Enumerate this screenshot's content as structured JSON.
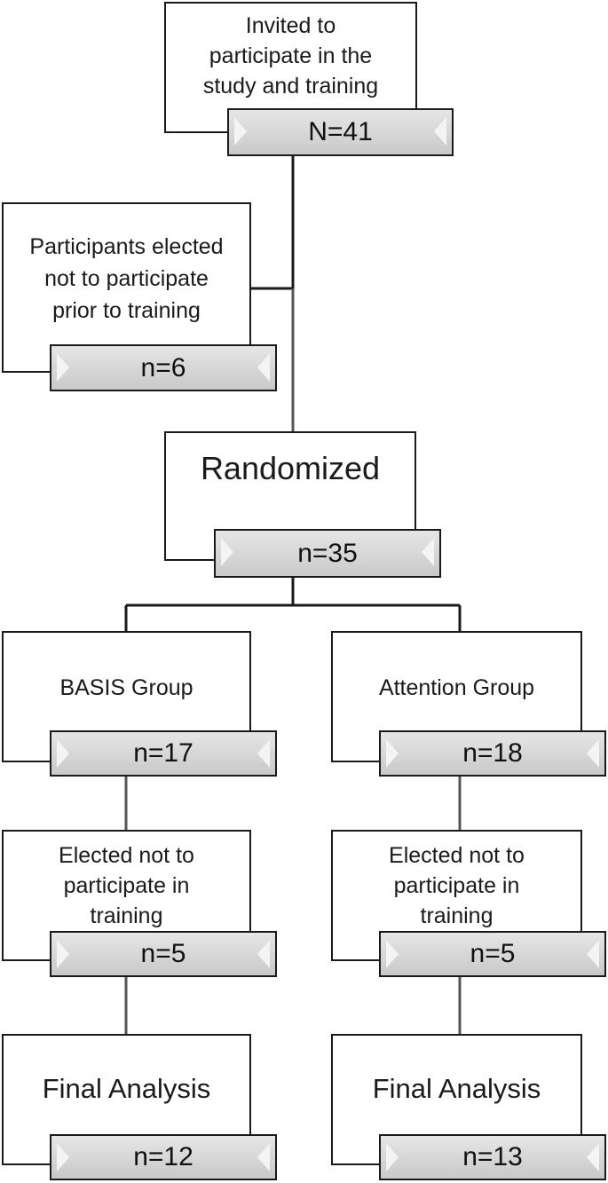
{
  "nodes": {
    "invited": {
      "label": "Invited to\nparticipate in the\nstudy and training",
      "count": "N=41"
    },
    "declined_prior": {
      "label": "Participants elected\nnot to participate\nprior to training",
      "count": "n=6"
    },
    "randomized": {
      "label": "Randomized",
      "count": "n=35"
    },
    "basis_group": {
      "label": "BASIS Group",
      "count": "n=17"
    },
    "attention_group": {
      "label": "Attention Group",
      "count": "n=18"
    },
    "basis_declined": {
      "label": "Elected not to\nparticipate in\ntraining",
      "count": "n=5"
    },
    "attention_declined": {
      "label": "Elected not to\nparticipate in\ntraining",
      "count": "n=5"
    },
    "basis_final": {
      "label": "Final Analysis",
      "count": "n=12"
    },
    "attention_final": {
      "label": "Final Analysis",
      "count": "n=13"
    }
  }
}
